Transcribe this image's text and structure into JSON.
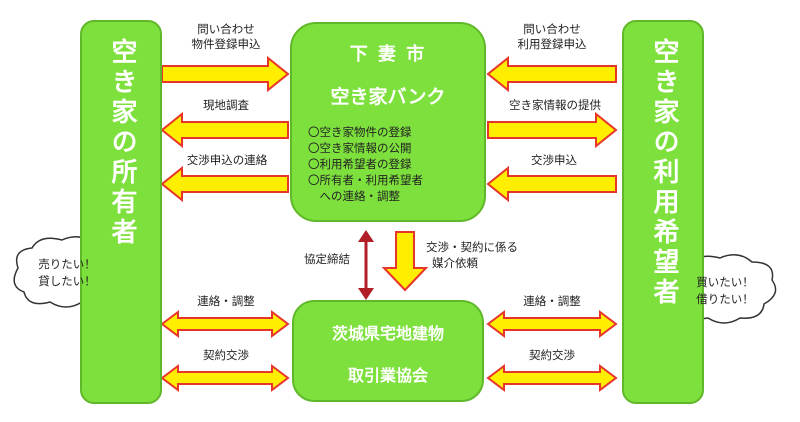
{
  "owner": {
    "label": "空き家の所有者"
  },
  "user": {
    "label": "空き家の利用希望者"
  },
  "bank": {
    "title1": "下 妻 市",
    "title2": "空き家バンク",
    "items": [
      "〇空き家物件の登録",
      "〇空き家情報の公開",
      "〇利用希望者の登録",
      "〇所有者・利用希望者",
      "　への連絡・調整"
    ]
  },
  "association": {
    "line1": "茨城県宅地建物",
    "line2": "取引業協会"
  },
  "arrows": {
    "owner_inquiry": [
      "問い合わせ",
      "物件登録申込"
    ],
    "site_survey": "現地調査",
    "negotiation_contact": "交渉申込の連絡",
    "user_inquiry": [
      "問い合わせ",
      "利用登録申込"
    ],
    "info_provide": "空き家情報の提供",
    "negotiation_apply": "交渉申込",
    "agreement": "協定締結",
    "mediation": [
      "交渉・契約に係る",
      "媒介依頼"
    ],
    "left_contact": "連絡・調整",
    "left_contract": "契約交渉",
    "right_contact": "連絡・調整",
    "right_contract": "契約交渉"
  },
  "bubbles": {
    "sell": [
      "売りたい！",
      "貸したい！"
    ],
    "buy": [
      "買いたい！",
      "借りたい！"
    ]
  },
  "colors": {
    "box_green": "#7ee03d",
    "arrow_yellow": "#ffee00",
    "arrow_red": "#e03020",
    "agree_arrow": "#b01e28"
  }
}
